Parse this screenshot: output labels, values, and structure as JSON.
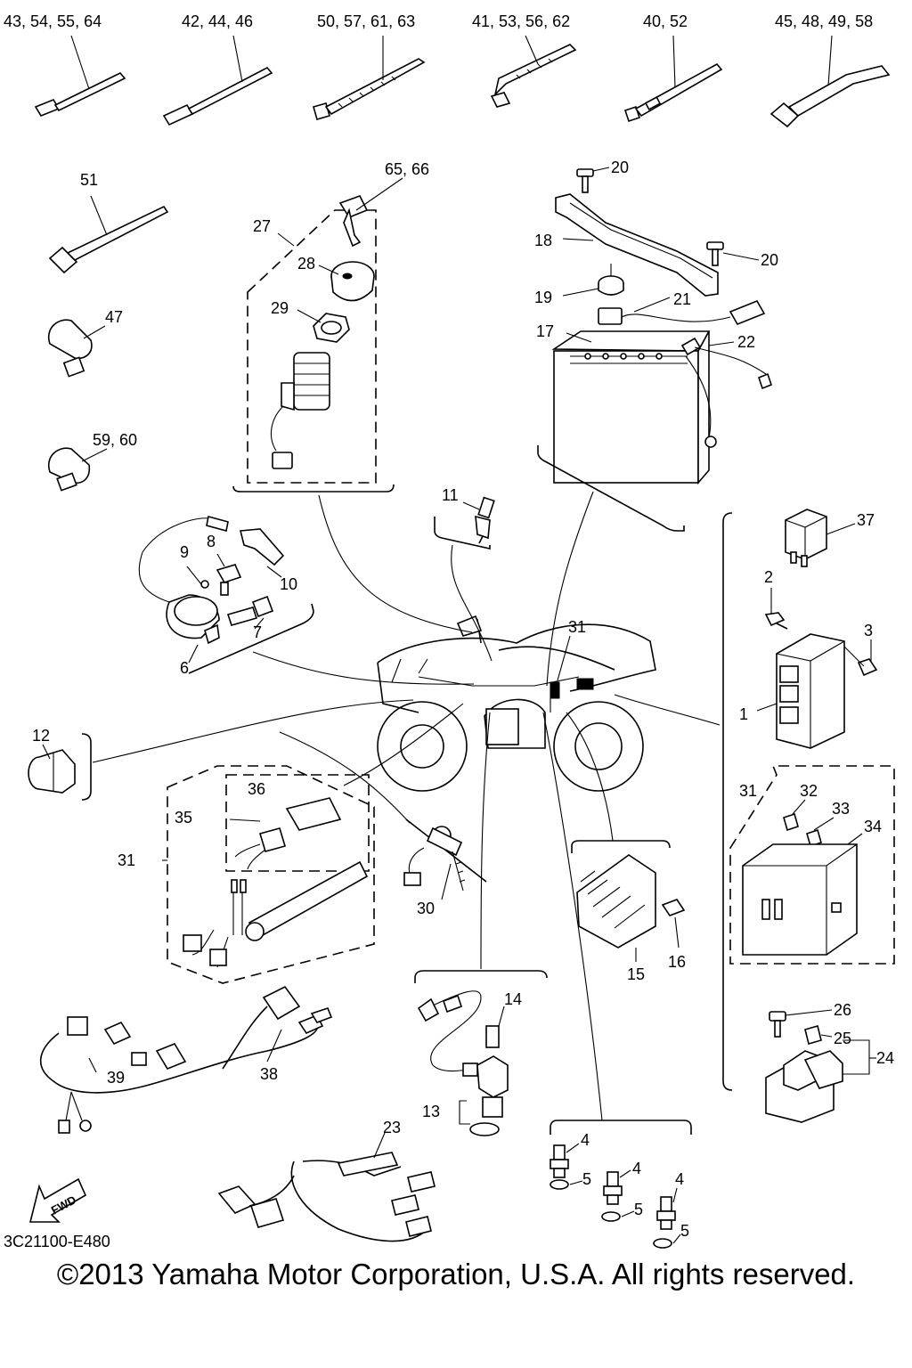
{
  "diagram_code": "3C21100-E480",
  "copyright": "©2013 Yamaha Motor Corporation, U.S.A. All rights reserved.",
  "fwd_label": "FWD",
  "labels": {
    "l43": "43, 54, 55, 64",
    "l42": "42, 44, 46",
    "l50": "50, 57, 61, 63",
    "l41": "41, 53, 56, 62",
    "l40": "40, 52",
    "l45": "45, 48, 49, 58",
    "l51": "51",
    "l47": "47",
    "l59": "59, 60",
    "l65": "65, 66",
    "l27": "27",
    "l28": "28",
    "l29": "29",
    "l20a": "20",
    "l20b": "20",
    "l18": "18",
    "l19": "19",
    "l21": "21",
    "l17": "17",
    "l22": "22",
    "l11": "11",
    "l8": "8",
    "l9": "9",
    "l10": "10",
    "l7": "7",
    "l6": "6",
    "l31a": "31",
    "l37": "37",
    "l2": "2",
    "l3": "3",
    "l1": "1",
    "l12": "12",
    "l36": "36",
    "l35": "35",
    "l31b": "31",
    "l30": "30",
    "l31c": "31",
    "l32": "32",
    "l33": "33",
    "l34": "34",
    "l15": "15",
    "l16": "16",
    "l14": "14",
    "l13": "13",
    "l26": "26",
    "l25": "25",
    "l24": "24",
    "l39": "39",
    "l38": "38",
    "l23": "23",
    "l4a": "4",
    "l5a": "5",
    "l4b": "4",
    "l5b": "5",
    "l4c": "4",
    "l5c": "5"
  }
}
